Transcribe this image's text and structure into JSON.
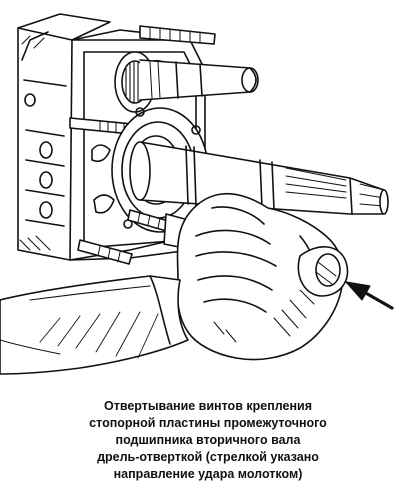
{
  "figure": {
    "illustration": "gearbox-shaft-disassembly-drawing",
    "ink_color": "#111111",
    "paper_color": "#ffffff"
  },
  "caption": {
    "lines": [
      "Отвертывание винтов крепления",
      "стопорной пластины промежуточного",
      "подшипника вторичного вала",
      "дрель-отверткой (стрелкой указано",
      "направление удара молотком)"
    ]
  }
}
